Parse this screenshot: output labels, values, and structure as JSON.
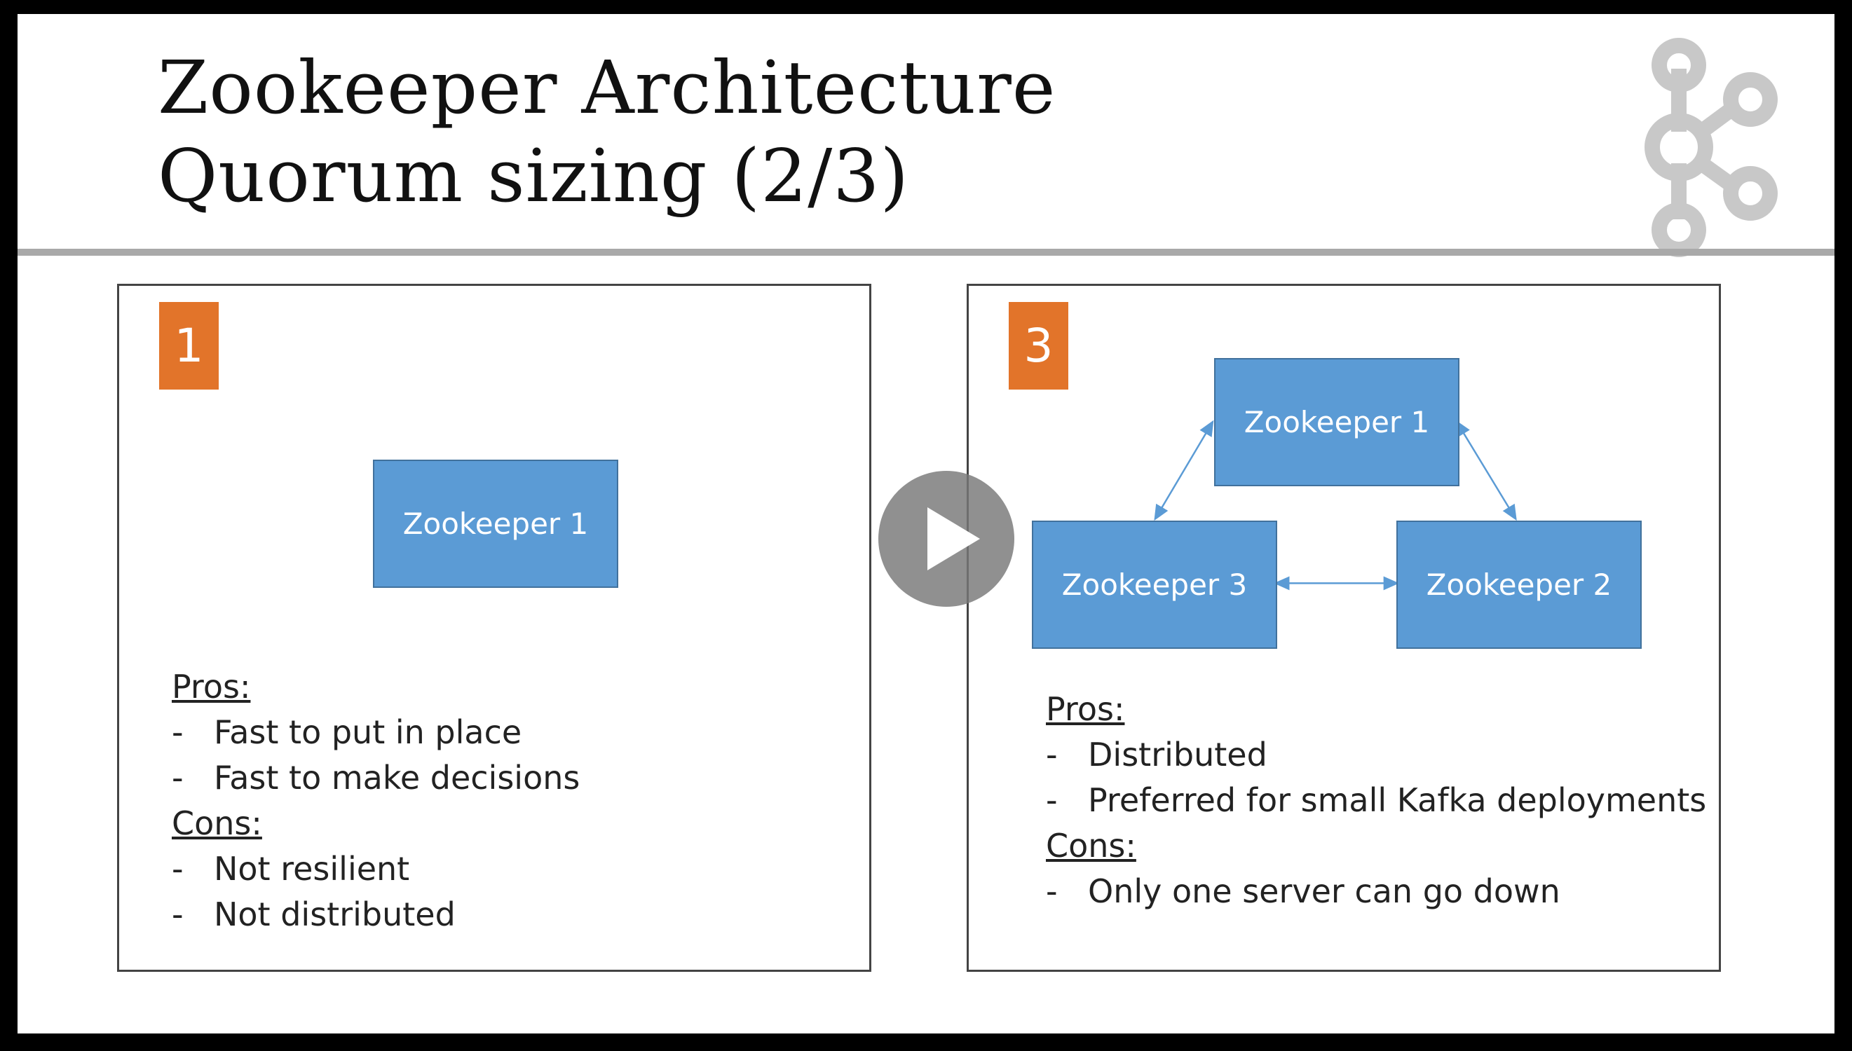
{
  "slide": {
    "title_line1": "Zookeeper Architecture",
    "title_line2": "Quorum sizing (2/3)",
    "logo": "kafka-logo"
  },
  "left_panel": {
    "badge": "1",
    "node": "Zookeeper 1",
    "pros_label": "Pros:",
    "pros": [
      "Fast to put in place",
      "Fast to make decisions"
    ],
    "cons_label": "Cons:",
    "cons": [
      "Not resilient",
      "Not distributed"
    ]
  },
  "right_panel": {
    "badge": "3",
    "nodes": [
      "Zookeeper 1",
      "Zookeeper 3",
      "Zookeeper 2"
    ],
    "pros_label": "Pros:",
    "pros": [
      "Distributed",
      "Preferred for small Kafka deployments"
    ],
    "cons_label": "Cons:",
    "cons": [
      "Only one server can go down"
    ]
  },
  "bullet": "-",
  "player": {
    "play_icon": "play-icon"
  },
  "colors": {
    "badge": "#e2742a",
    "node": "#5b9bd5",
    "node_border": "#41719c",
    "rule": "#a9a9a9"
  }
}
